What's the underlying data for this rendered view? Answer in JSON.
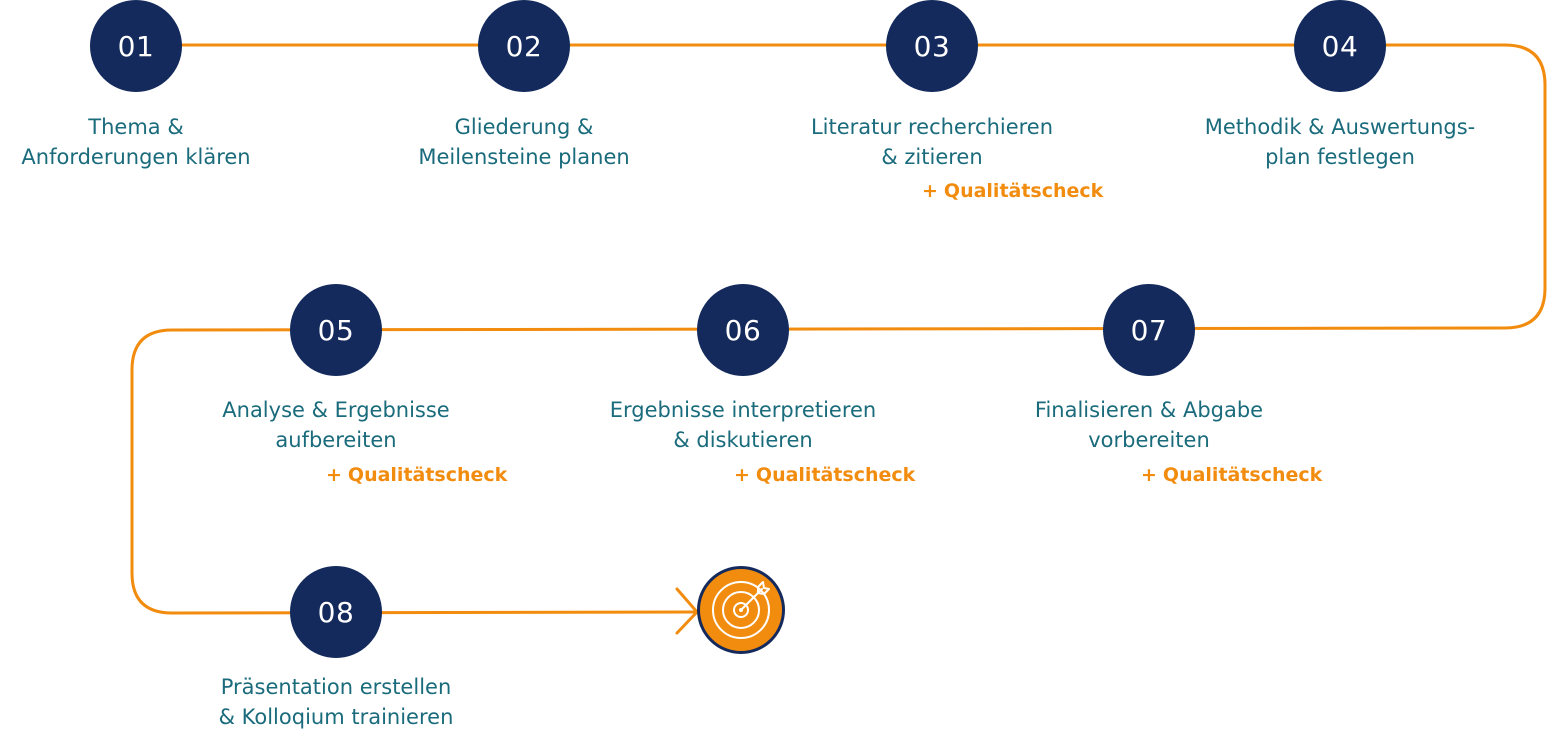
{
  "steps": [
    {
      "number": "01",
      "line1": "Thema &",
      "line2": "Anforderungen klären",
      "quality": ""
    },
    {
      "number": "02",
      "line1": "Gliederung &",
      "line2": "Meilensteine planen",
      "quality": ""
    },
    {
      "number": "03",
      "line1": "Literatur recherchieren",
      "line2": "& zitieren",
      "quality": "Qualitätscheck"
    },
    {
      "number": "04",
      "line1": "Methodik & Auswertungs-",
      "line2": "plan festlegen",
      "quality": ""
    },
    {
      "number": "05",
      "line1": "Analyse & Ergebnisse",
      "line2": "aufbereiten",
      "quality": "Qualitätscheck"
    },
    {
      "number": "06",
      "line1": "Ergebnisse interpretieren",
      "line2": "& diskutieren",
      "quality": "Qualitätscheck"
    },
    {
      "number": "07",
      "line1": "Finalisieren & Abgabe",
      "line2": "vorbereiten",
      "quality": "Qualitätscheck"
    },
    {
      "number": "08",
      "line1": "Präsentation erstellen",
      "line2": "& Kolloqium trainieren",
      "quality": ""
    }
  ],
  "quality_plus": "+",
  "goal_icon": "target-arrow-icon",
  "colors": {
    "circle": "#142a5c",
    "path": "#f28c0f",
    "label": "#1a6b7c",
    "quality": "#f28c0f",
    "goal": "#f28c0f"
  }
}
